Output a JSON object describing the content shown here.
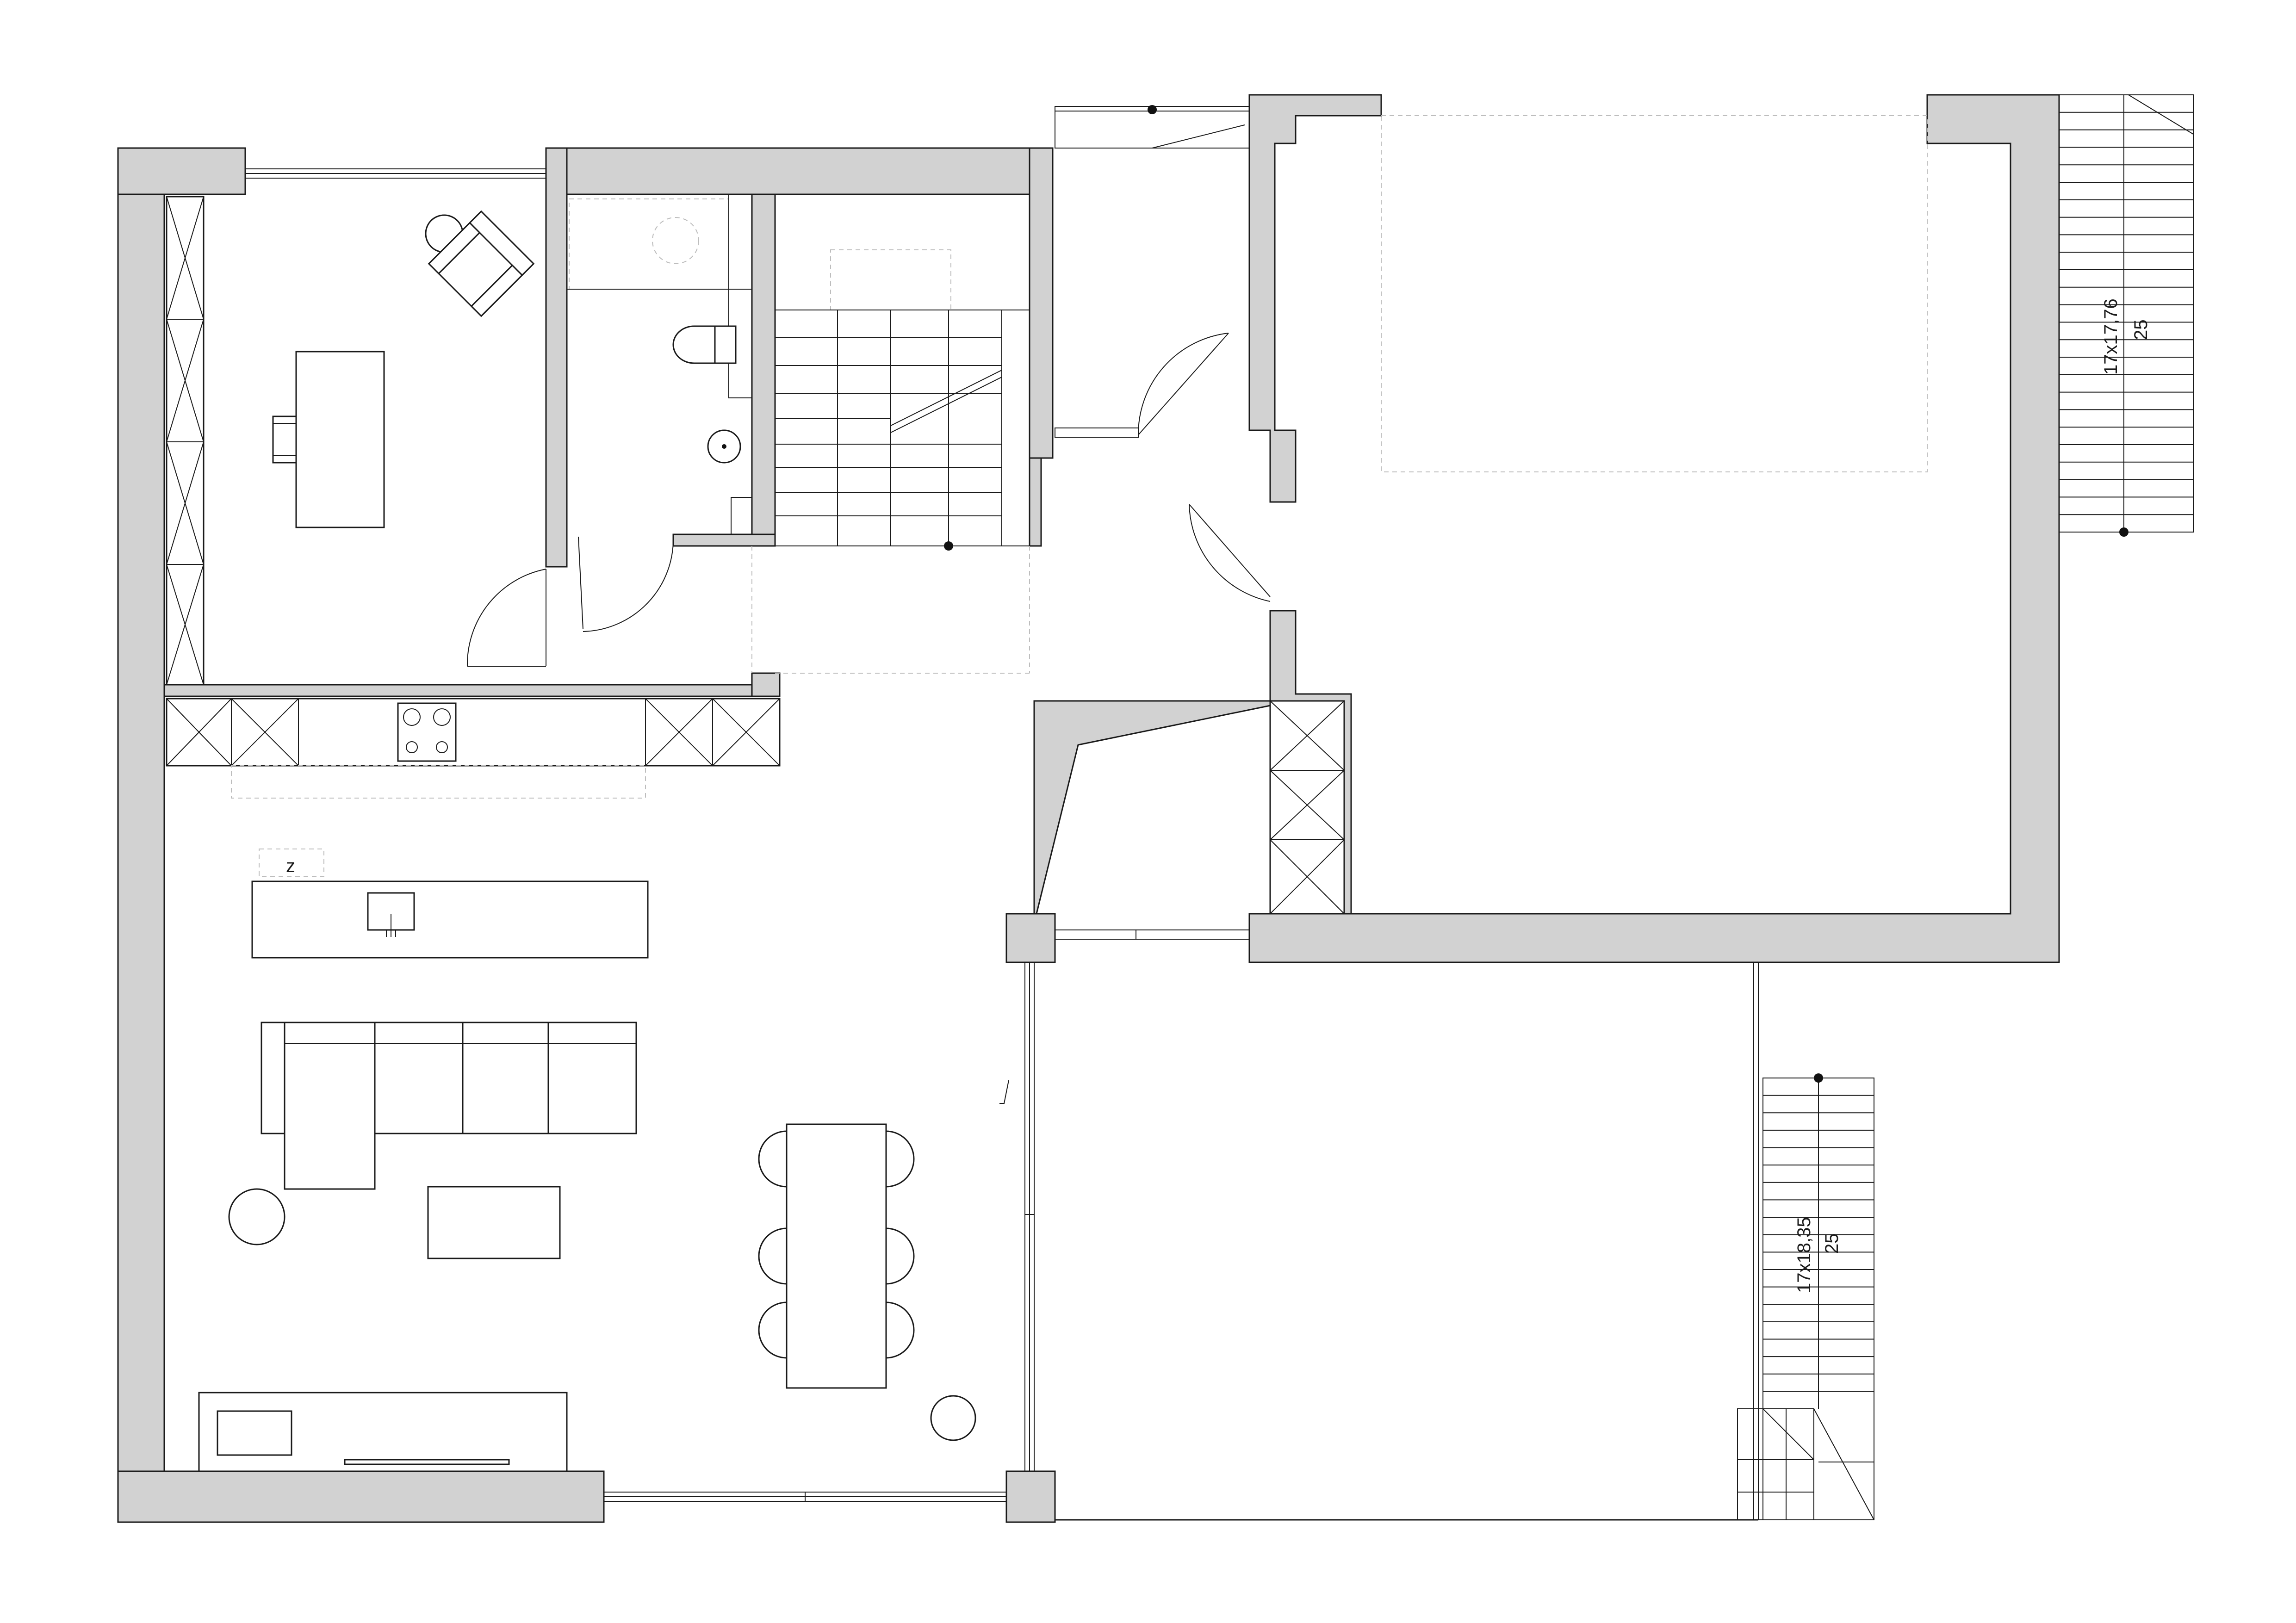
{
  "colors": {
    "wall": "#d2d2d2",
    "line": "#1a1a1a",
    "background": "#ffffff"
  },
  "stairs": {
    "north": {
      "dims": "17x17,76",
      "count": "25"
    },
    "south": {
      "dims": "17x18,35",
      "count": "25"
    }
  },
  "labels": {
    "north_arrow": "z"
  }
}
